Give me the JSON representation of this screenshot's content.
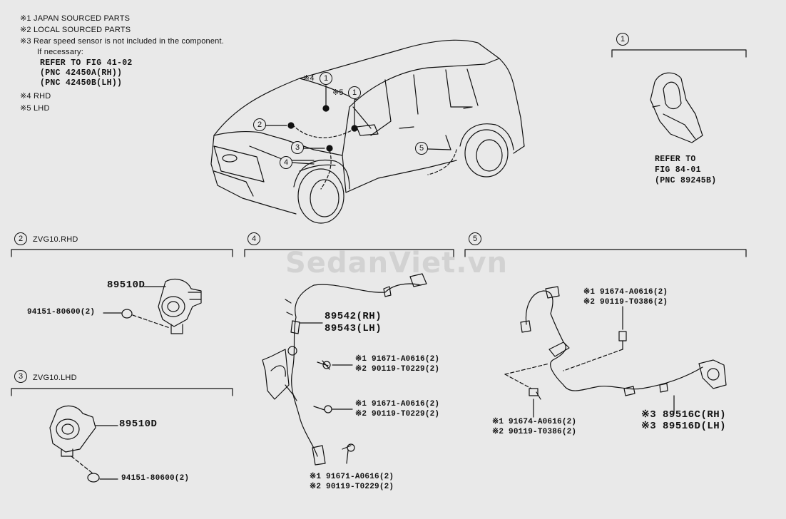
{
  "notes": {
    "n1": "※1 JAPAN SOURCED PARTS",
    "n2": "※2 LOCAL SOURCED PARTS",
    "n3": "※3 Rear speed sensor is not included in the component.",
    "n3a": "If necessary:",
    "n3b": "REFER TO FIG 41-02",
    "n3c": "(PNC 42450A(RH))",
    "n3d": "(PNC 42450B(LH))",
    "n4": "※4 RHD",
    "n5": "※5 LHD"
  },
  "car": {
    "callout_4": "※4",
    "callout_5": "※5",
    "c1a": "1",
    "c1b": "1",
    "c2": "2",
    "c3": "3",
    "c4": "4",
    "c5": "5"
  },
  "ref1": {
    "num": "1",
    "l1": "REFER TO",
    "l2": "FIG 84-01",
    "l3": "(PNC 89245B)"
  },
  "watermark": "SedanViet.vn",
  "sec2": {
    "num": "2",
    "title": "ZVG10.RHD",
    "part": "89510D",
    "washer": "94151-80600(2)"
  },
  "sec3": {
    "num": "3",
    "title": "ZVG10.LHD",
    "part": "89510D",
    "washer": "94151-80600(2)"
  },
  "sec4": {
    "num": "4",
    "p_rh": "89542(RH)",
    "p_lh": "89543(LH)",
    "b1a": "※1 91671-A0616(2)",
    "b1b": "※2 90119-T0229(2)",
    "b2a": "※1 91671-A0616(2)",
    "b2b": "※2 90119-T0229(2)",
    "b3a": "※1 91671-A0616(2)",
    "b3b": "※2 90119-T0229(2)"
  },
  "sec5": {
    "num": "5",
    "b1a": "※1 91674-A0616(2)",
    "b1b": "※2 90119-T0386(2)",
    "b2a": "※1 91674-A0616(2)",
    "b2b": "※2 90119-T0386(2)",
    "p_rh": "※3 89516C(RH)",
    "p_lh": "※3 89516D(LH)"
  }
}
